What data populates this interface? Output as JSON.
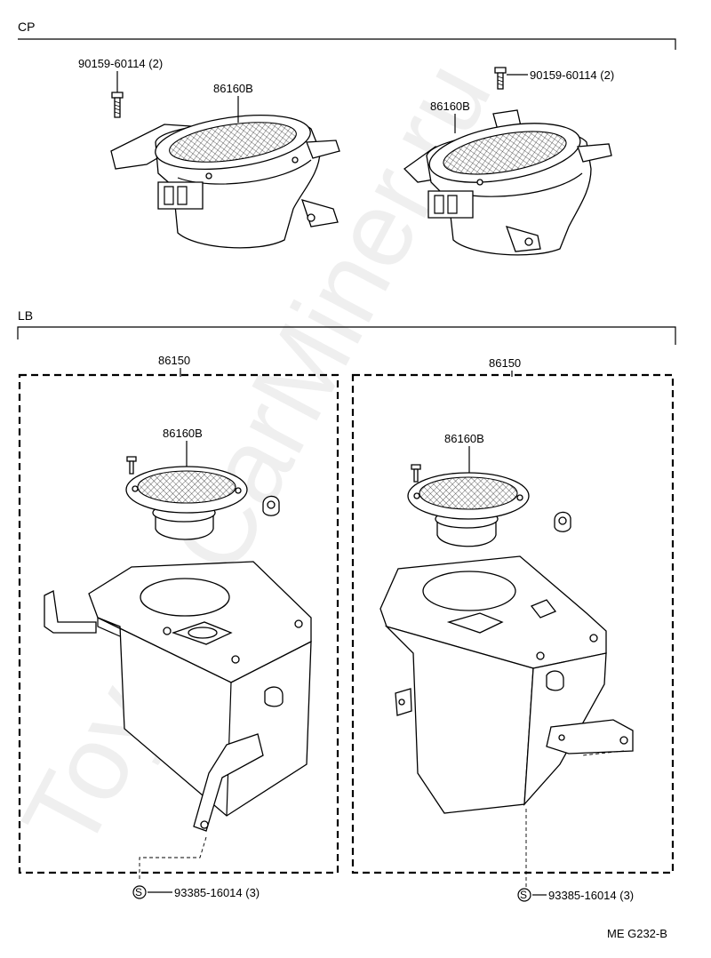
{
  "sections": {
    "cp": {
      "label": "CP"
    },
    "lb": {
      "label": "LB"
    }
  },
  "callouts": {
    "cp_screw_left": "90159-60114 (2)",
    "cp_screw_right": "90159-60114 (2)",
    "cp_speaker_left": "86160B",
    "cp_speaker_right": "86160B",
    "lb_box_left": "86150",
    "lb_box_right": "86150",
    "lb_speaker_left": "86160B",
    "lb_speaker_right": "86160B",
    "lb_nut_left": "93385-16014 (3)",
    "lb_nut_right": "93385-16014 (3)",
    "standard_symbol": "S"
  },
  "footer": {
    "ref_code": "ME G232-B"
  },
  "watermark": {
    "text": "ToyotaCarMiner.ru"
  }
}
